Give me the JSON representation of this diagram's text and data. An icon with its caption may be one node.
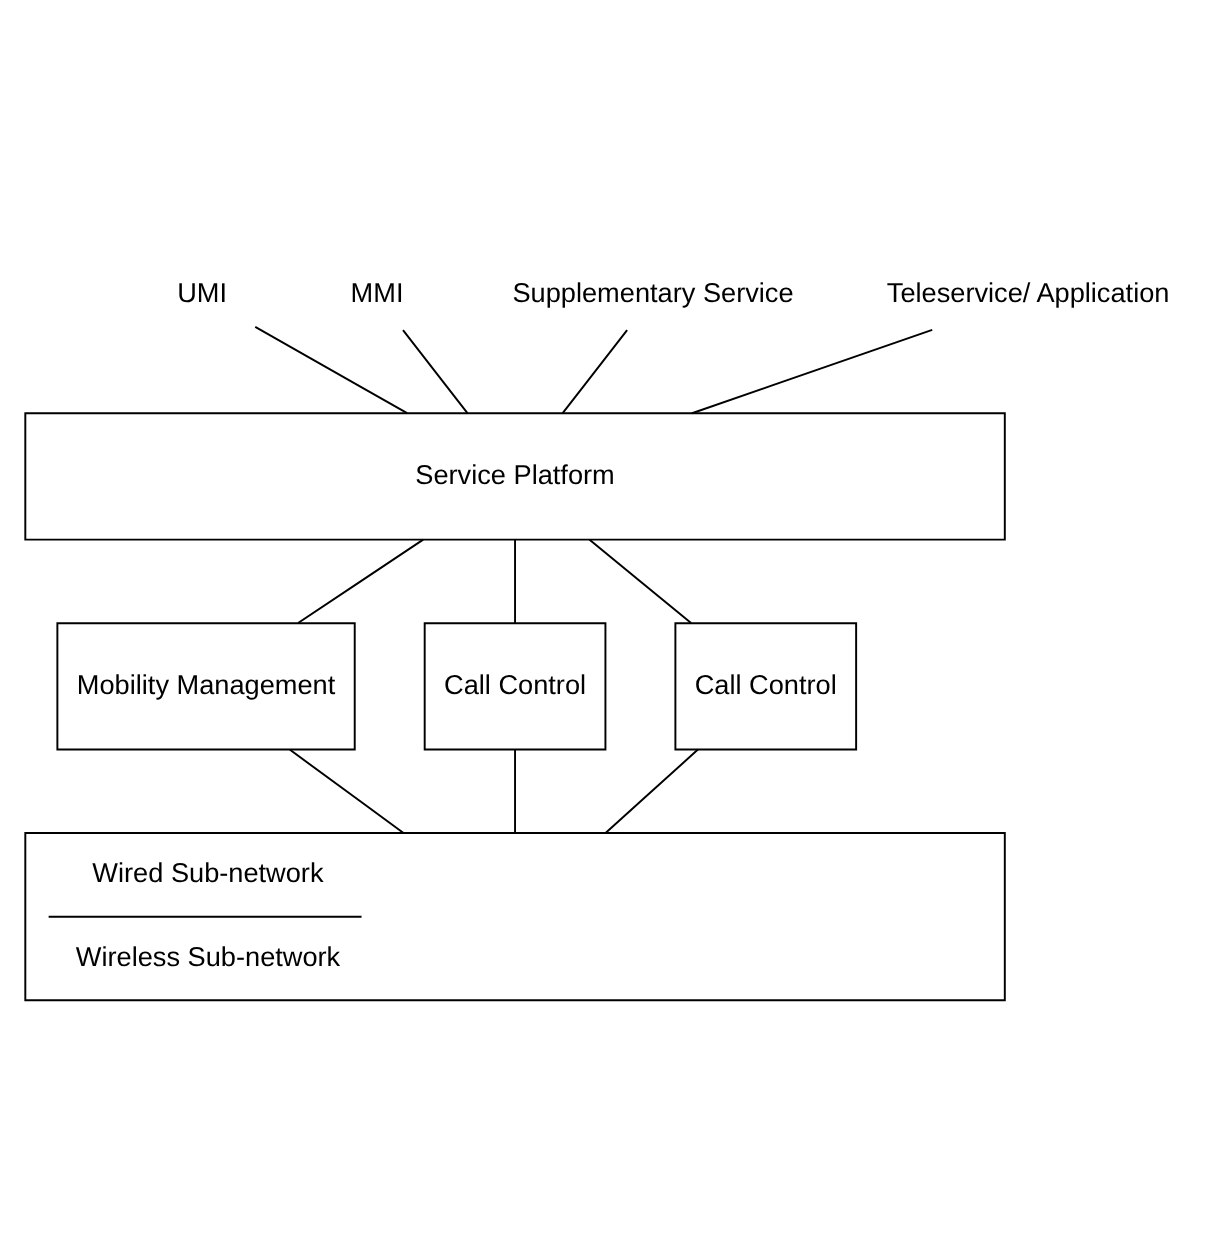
{
  "diagram": {
    "nodes": [
      {
        "text": [
          "UMI"
        ]
      },
      {
        "text": [
          "MMI"
        ]
      },
      {
        "text": [
          "Supplementary Service"
        ]
      },
      {
        "text": [
          "Teleservice/ Application"
        ]
      },
      {
        "text": [
          "Service Platform"
        ]
      },
      {
        "text": [
          "Mobility Management"
        ]
      },
      {
        "text": [
          "Call Control"
        ]
      },
      {
        "text": [
          "Call Control"
        ]
      },
      {
        "text": [
          "Wired Sub-network",
          "Wireless Sub-network"
        ]
      }
    ],
    "edges": [
      {
        "from": 0,
        "to": 4,
        "arrow": "none"
      },
      {
        "from": 1,
        "to": 4,
        "arrow": "none"
      },
      {
        "from": 2,
        "to": 4,
        "arrow": "none"
      },
      {
        "from": 3,
        "to": 4,
        "arrow": "none"
      },
      {
        "from": 4,
        "to": 5,
        "arrow": "none"
      },
      {
        "from": 4,
        "to": 6,
        "arrow": "none"
      },
      {
        "from": 4,
        "to": 7,
        "arrow": "none"
      },
      {
        "from": 5,
        "to": 8,
        "arrow": "none"
      },
      {
        "from": 6,
        "to": 8,
        "arrow": "none"
      },
      {
        "from": 7,
        "to": 8,
        "arrow": "none"
      }
    ]
  }
}
